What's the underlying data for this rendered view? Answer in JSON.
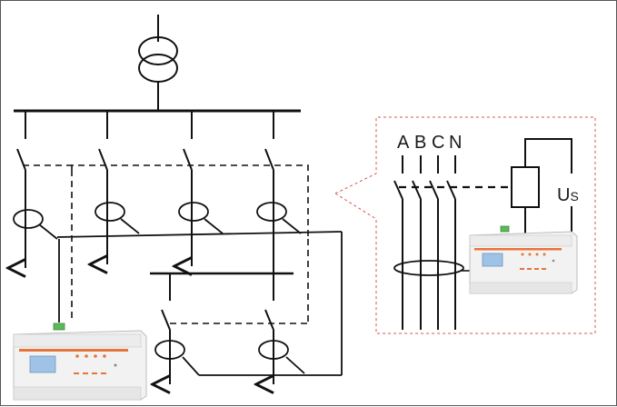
{
  "labels": {
    "phase_a": "A",
    "phase_b": "B",
    "phase_c": "C",
    "phase_n": "N",
    "us_main": "U",
    "us_sub": "S"
  },
  "colors": {
    "line": "#111111",
    "inset_border": "#d9534f",
    "device_body": "#f2f2f2",
    "device_accent": "#e8743b",
    "device_screen": "#9fc3e6",
    "device_terminal": "#5cb85c"
  }
}
